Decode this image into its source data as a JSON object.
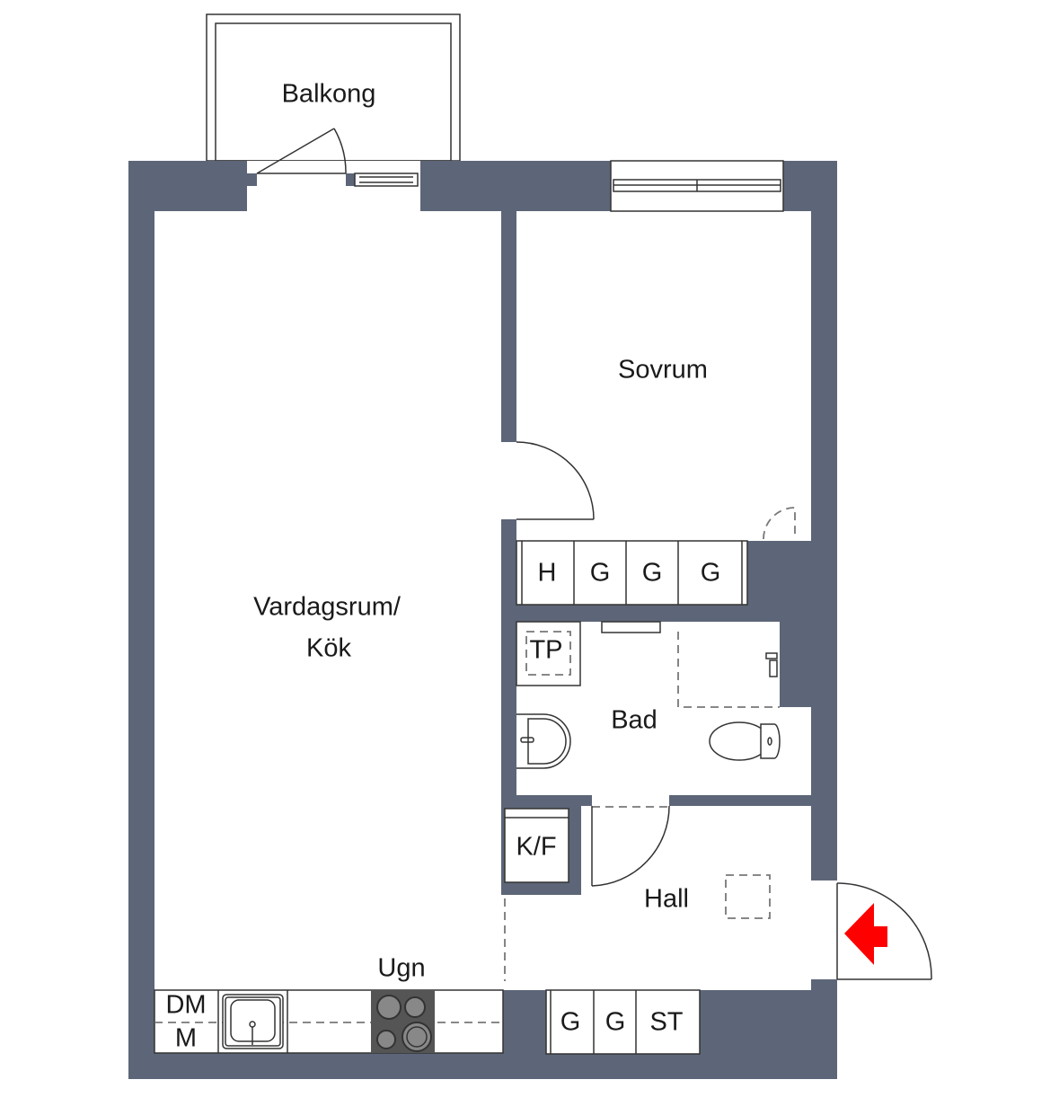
{
  "floorplan": {
    "colors": {
      "wall": "#5d6678",
      "entrance_arrow": "#ff0000",
      "hob": "#555555"
    },
    "rooms": {
      "balcony": "Balkong",
      "bedroom": "Sovrum",
      "living_line1": "Vardagsrum/",
      "living_line2": "Kök",
      "bath": "Bad",
      "hall": "Hall"
    },
    "fixtures": {
      "bedroom_wardrobes": [
        "H",
        "G",
        "G",
        "G"
      ],
      "towel_dryer": "TP",
      "fridge_freezer": "K/F",
      "oven": "Ugn",
      "dishwasher_line1": "DM",
      "dishwasher_line2": "M",
      "hall_wardrobes": [
        "G",
        "G",
        "ST"
      ]
    }
  }
}
